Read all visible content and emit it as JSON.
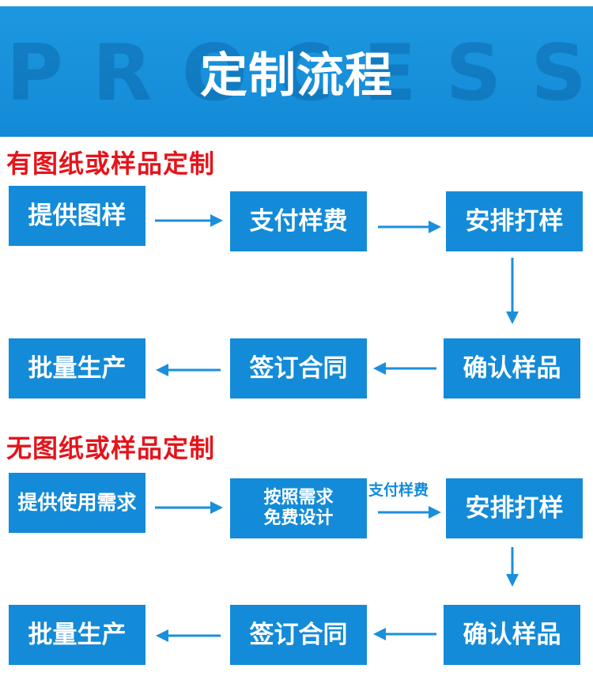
{
  "banner": {
    "title": "定制流程",
    "watermark": [
      "P",
      "R",
      "O",
      "C",
      "E",
      "S",
      "S"
    ]
  },
  "colors": {
    "box": "#138bd8",
    "arrow": "#1b8fdc",
    "section_title": "#e5141b",
    "banner": "#1792de"
  },
  "section1": {
    "title": "有图纸或样品定制",
    "steps": [
      "提供图样",
      "支付样费",
      "安排打样",
      "确认样品",
      "签订合同",
      "批量生产"
    ]
  },
  "section2": {
    "title": "无图纸或样品定制",
    "steps": [
      "提供使用需求",
      "按照需求",
      "免费设计",
      "安排打样",
      "确认样品",
      "签订合同",
      "批量生产"
    ],
    "arrow_label": "支付样费"
  }
}
